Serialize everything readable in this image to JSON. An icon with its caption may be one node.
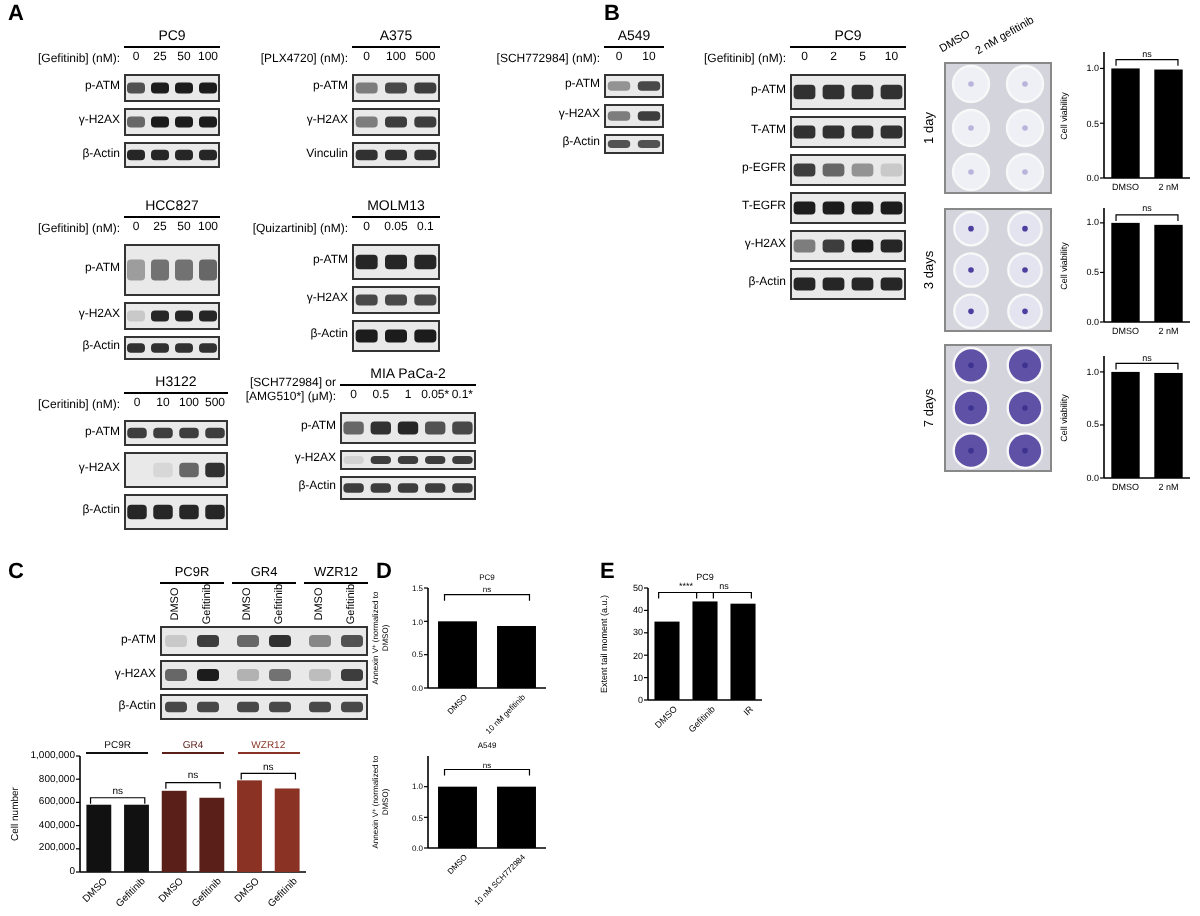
{
  "diagram": {
    "nodes": [
      {
        "text": [
          "PC9",
          "[Gefitinib] (nM):",
          "0",
          "25",
          "50",
          "100",
          "p-ATM",
          "γ-H2AX",
          "β-Actin"
        ]
      },
      {
        "text": [
          "A375",
          "[PLX4720] (nM):",
          "0",
          "100",
          "500",
          "p-ATM",
          "γ-H2AX",
          "Vinculin"
        ]
      },
      {
        "text": [
          "A549",
          "[SCH772984] (nM):",
          "0",
          "10",
          "p-ATM",
          "γ-H2AX",
          "β-Actin"
        ]
      },
      {
        "text": [
          "HCC827",
          "[Gefitinib] (nM):",
          "0",
          "25",
          "50",
          "100",
          "p-ATM",
          "γ-H2AX",
          "β-Actin"
        ]
      },
      {
        "text": [
          "MOLM13",
          "[Quizartinib] (nM):",
          "0",
          "0.05",
          "0.1",
          "p-ATM",
          "γ-H2AX",
          "β-Actin"
        ]
      },
      {
        "text": [
          "H3122",
          "[Ceritinib] (nM):",
          "0",
          "10",
          "100",
          "500",
          "p-ATM",
          "γ-H2AX",
          "β-Actin"
        ]
      },
      {
        "text": [
          "MIA PaCa-2",
          "[SCH772984] or [AMG510*] (μM):",
          "0",
          "0.5",
          "1",
          "0.05*",
          "0.1*",
          "p-ATM",
          "γ-H2AX",
          "β-Actin"
        ]
      },
      {
        "text": [
          "PC9",
          "[Gefitinib] (nM):",
          "0",
          "2",
          "5",
          "10",
          "p-ATM",
          "T-ATM",
          "p-EGFR",
          "T-EGFR",
          "γ-H2AX",
          "β-Actin"
        ]
      },
      {
        "text": [
          "1 day"
        ]
      },
      {
        "text": [
          "3 days"
        ]
      },
      {
        "text": [
          "7 days"
        ]
      },
      {
        "text": [
          "PC9R",
          "GR4",
          "WZR12",
          "DMSO",
          "Gefitinib",
          "DMSO",
          "Gefitinib",
          "DMSO",
          "Gefitinib",
          "p-ATM",
          "γ-H2AX",
          "β-Actin"
        ]
      }
    ],
    "labels": [
      "A",
      "B",
      "C",
      "D",
      "E",
      "DMSO",
      "2 nM gefitinib"
    ],
    "chart_data": [
      {
        "type": "bar",
        "ylabel": "Cell viability",
        "categories": [
          "DMSO",
          "2 nM"
        ],
        "ylim": [
          0,
          1.15
        ],
        "yticks": [
          {
            "value": 0,
            "label": "0.0"
          },
          {
            "value": 0.5,
            "label": "0.5"
          },
          {
            "value": 1,
            "label": "1.0"
          }
        ],
        "series": [
          {
            "color": "#000000",
            "values": [
              1.0,
              0.99
            ]
          }
        ],
        "annotations": [
          "ns"
        ]
      },
      {
        "type": "bar",
        "ylabel": "Cell viability",
        "categories": [
          "DMSO",
          "2 nM"
        ],
        "ylim": [
          0,
          1.15
        ],
        "yticks": [
          {
            "value": 0,
            "label": "0.0"
          },
          {
            "value": 0.5,
            "label": "0.5"
          },
          {
            "value": 1,
            "label": "1.0"
          }
        ],
        "series": [
          {
            "color": "#000000",
            "values": [
              1.0,
              0.98
            ]
          }
        ],
        "annotations": [
          "ns"
        ]
      },
      {
        "type": "bar",
        "ylabel": "Cell viability",
        "categories": [
          "DMSO",
          "2 nM"
        ],
        "ylim": [
          0,
          1.15
        ],
        "yticks": [
          {
            "value": 0,
            "label": "0.0"
          },
          {
            "value": 0.5,
            "label": "0.5"
          },
          {
            "value": 1,
            "label": "1.0"
          }
        ],
        "series": [
          {
            "color": "#000000",
            "values": [
              1.0,
              0.99
            ]
          }
        ],
        "annotations": [
          "ns"
        ]
      },
      {
        "type": "bar",
        "ylabel": "Cell number",
        "categories": [
          "DMSO",
          "Gefitinib",
          "DMSO",
          "Gefitinib",
          "DMSO",
          "Gefitinib"
        ],
        "ylim": [
          0,
          1000000
        ],
        "yticks": [
          {
            "value": 0,
            "label": "0"
          },
          {
            "value": 200000,
            "label": "200,000"
          },
          {
            "value": 400000,
            "label": "400,000"
          },
          {
            "value": 600000,
            "label": "600,000"
          },
          {
            "value": 800000,
            "label": "800,000"
          },
          {
            "value": 1000000,
            "label": "1,000,000"
          }
        ],
        "series": [
          {
            "name": "PC9R",
            "color": "#111111",
            "values": [
              580000,
              580000,
              null,
              null,
              null,
              null
            ]
          },
          {
            "name": "GR4",
            "color": "#5b1f1a",
            "values": [
              null,
              null,
              700000,
              640000,
              null,
              null
            ]
          },
          {
            "name": "WZR12",
            "color": "#8a3324",
            "values": [
              null,
              null,
              null,
              null,
              790000,
              720000
            ]
          }
        ],
        "annotations": [
          "ns",
          "ns",
          "ns"
        ]
      },
      {
        "type": "bar",
        "title": "PC9",
        "ylabel": "Annexin V$^{+}$ (normalized to DMSO)",
        "categories": [
          "DMSO",
          "10 nM gefitinib"
        ],
        "ylim": [
          0,
          1.5
        ],
        "yticks": [
          {
            "value": 0,
            "label": "0.0"
          },
          {
            "value": 0.5,
            "label": "0.5"
          },
          {
            "value": 1,
            "label": "1.0"
          },
          {
            "value": 1.5,
            "label": "1.5"
          }
        ],
        "series": [
          {
            "color": "#000000",
            "values": [
              1.0,
              0.93
            ]
          }
        ],
        "annotations": [
          "ns"
        ]
      },
      {
        "type": "bar",
        "title": "A549",
        "ylabel": "Annexin V$^{+}$ (normalized to DMSO)",
        "categories": [
          "DMSO",
          "10 nM SCH772984"
        ],
        "ylim": [
          0,
          1.5
        ],
        "yticks": [
          {
            "value": 0,
            "label": "0.0"
          },
          {
            "value": 0.5,
            "label": "0.5"
          },
          {
            "value": 1,
            "label": "1.0"
          }
        ],
        "series": [
          {
            "color": "#000000",
            "values": [
              1.0,
              1.0
            ]
          }
        ],
        "annotations": [
          "ns"
        ]
      },
      {
        "type": "bar",
        "title": "PC9",
        "ylabel": "Extent tail moment (a.u.)",
        "categories": [
          "DMSO",
          "Gefitinib",
          "IR"
        ],
        "ylim": [
          0,
          50
        ],
        "yticks": [
          0,
          10,
          20,
          30,
          40,
          50
        ],
        "series": [
          {
            "color": "#000000",
            "values": [
              35,
              44,
              43
            ]
          }
        ],
        "annotations": [
          "****",
          "ns"
        ]
      }
    ]
  }
}
